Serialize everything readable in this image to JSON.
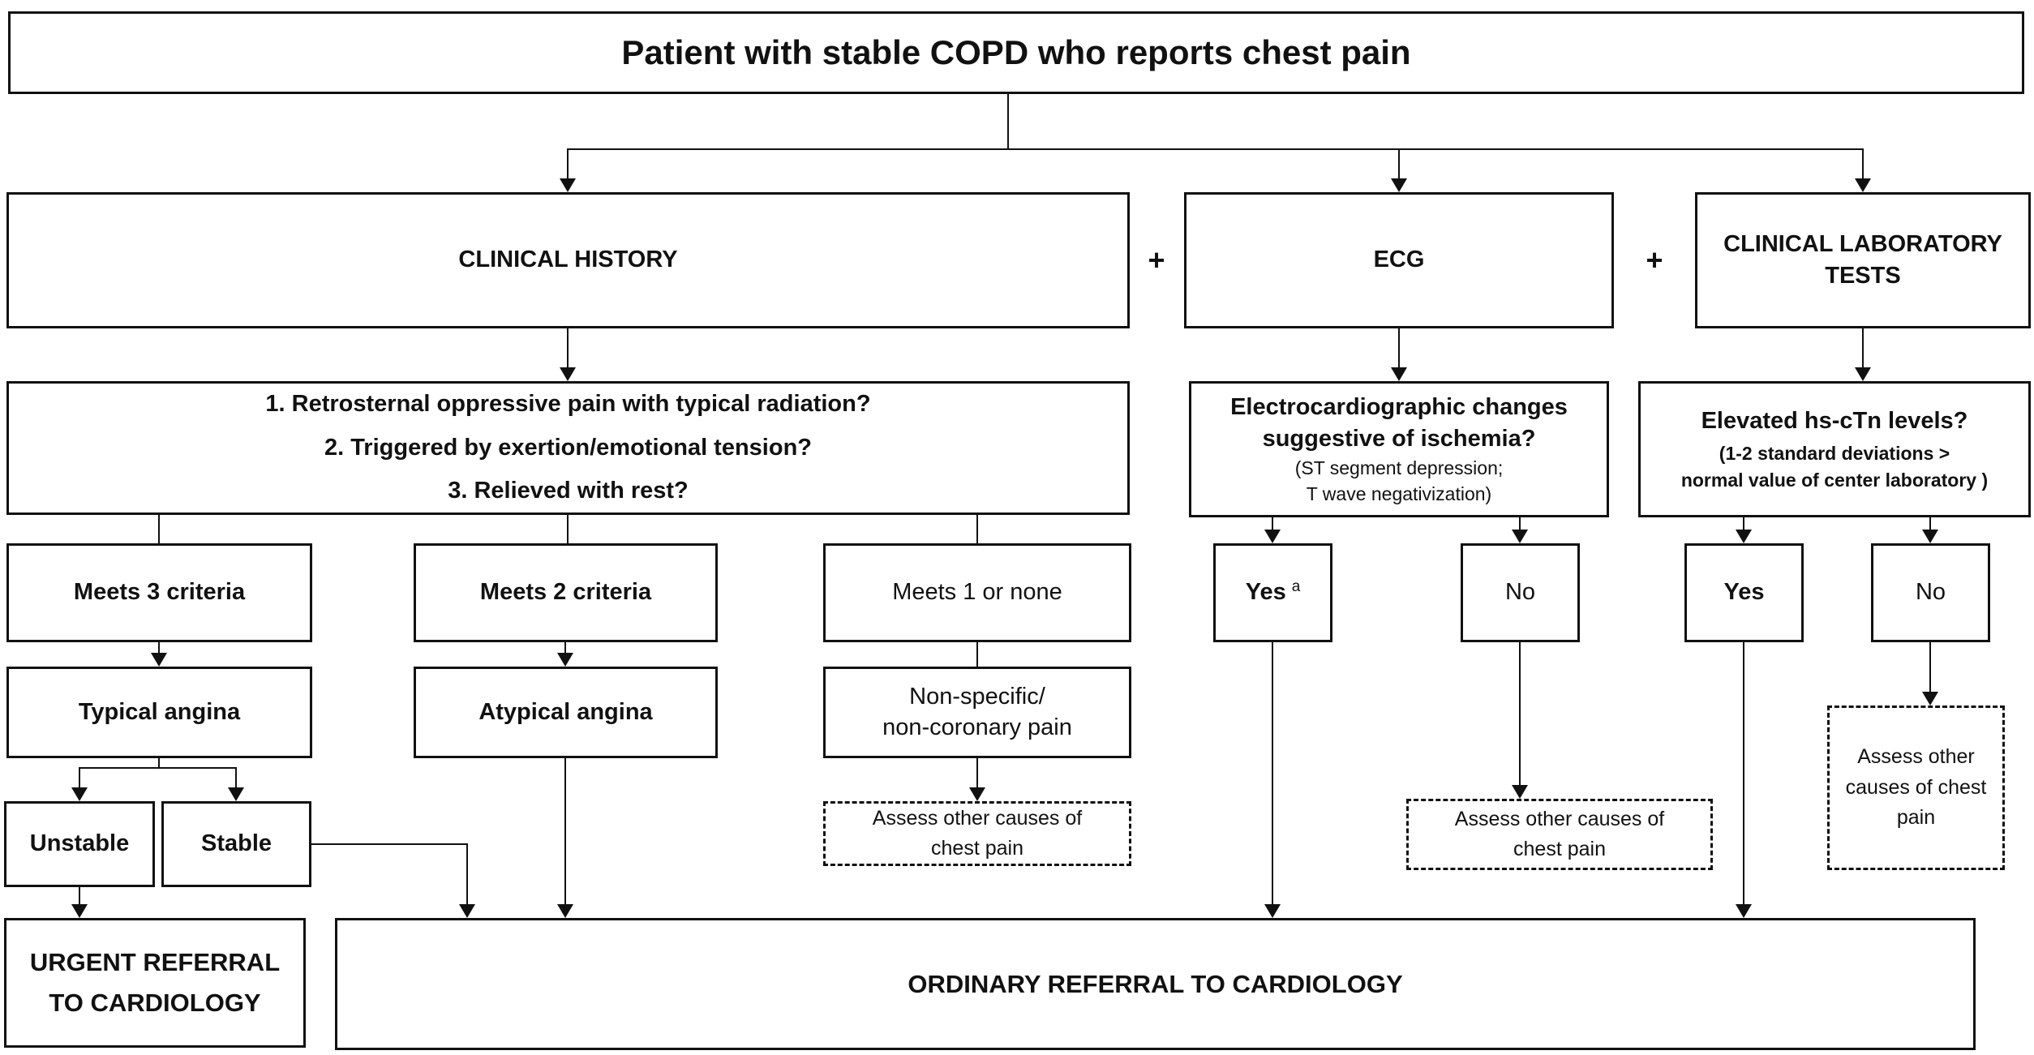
{
  "title": "Patient with stable COPD who reports chest pain",
  "plus_sign": "+",
  "clinical_history": {
    "header": "CLINICAL HISTORY",
    "questions": "1. Retrosternal oppressive pain with typical radiation?\n2. Triggered by exertion/emotional tension?\n3. Relieved with rest?",
    "meets_3": "Meets 3 criteria",
    "meets_2": "Meets 2 criteria",
    "meets_1_or_none": "Meets 1 or none",
    "typical_angina": "Typical angina",
    "atypical_angina": "Atypical angina",
    "non_specific": "Non-specific/\nnon-coronary pain",
    "unstable": "Unstable",
    "stable": "Stable",
    "assess_other": "Assess other causes of\nchest pain"
  },
  "ecg": {
    "header": "ECG",
    "question": "Electrocardiographic changes\nsuggestive of ischemia?",
    "question_note": "(ST segment depression;\nT wave negativization)",
    "yes": "Yes",
    "yes_footnote": "a",
    "no": "No",
    "assess_other": "Assess other causes of\nchest pain"
  },
  "laboratory": {
    "header": "CLINICAL LABORATORY\nTESTS",
    "question": "Elevated hs-cTn levels?",
    "question_note": "(1-2 standard deviations >\nnormal value of center laboratory )",
    "yes": "Yes",
    "no": "No",
    "assess_other": "Assess other\ncauses of chest\npain"
  },
  "referral": {
    "urgent": "URGENT REFERRAL\nTO CARDIOLOGY",
    "ordinary": "ORDINARY REFERRAL TO CARDIOLOGY"
  },
  "colors": {
    "ink": "#111111",
    "background": "#ffffff"
  }
}
